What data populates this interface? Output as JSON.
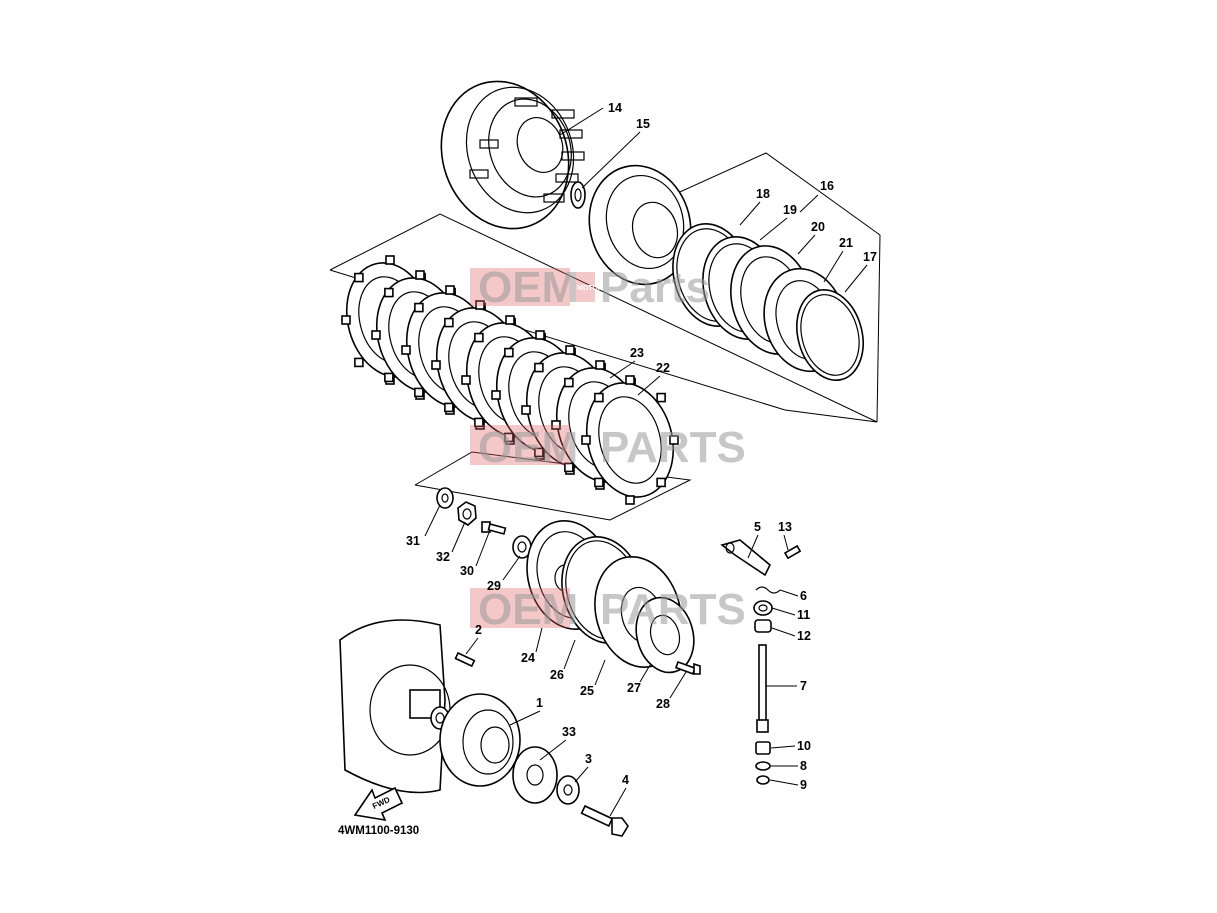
{
  "diagram_code": "4WM1100-9130",
  "fwd_label": "FWD",
  "watermark": {
    "text_left": "OEM",
    "text_right": "Parts",
    "text_right_alt": "PARTS",
    "badge": "MOTOR",
    "color": "#e06060"
  },
  "callouts": [
    {
      "num": "1"
    },
    {
      "num": "2"
    },
    {
      "num": "3"
    },
    {
      "num": "4"
    },
    {
      "num": "5"
    },
    {
      "num": "6"
    },
    {
      "num": "7"
    },
    {
      "num": "8"
    },
    {
      "num": "9"
    },
    {
      "num": "10"
    },
    {
      "num": "11"
    },
    {
      "num": "12"
    },
    {
      "num": "13"
    },
    {
      "num": "14"
    },
    {
      "num": "15"
    },
    {
      "num": "16"
    },
    {
      "num": "17"
    },
    {
      "num": "18"
    },
    {
      "num": "19"
    },
    {
      "num": "20"
    },
    {
      "num": "21"
    },
    {
      "num": "22"
    },
    {
      "num": "23"
    },
    {
      "num": "24"
    },
    {
      "num": "25"
    },
    {
      "num": "26"
    },
    {
      "num": "27"
    },
    {
      "num": "28"
    },
    {
      "num": "29"
    },
    {
      "num": "30"
    },
    {
      "num": "31"
    },
    {
      "num": "32"
    },
    {
      "num": "33"
    }
  ]
}
